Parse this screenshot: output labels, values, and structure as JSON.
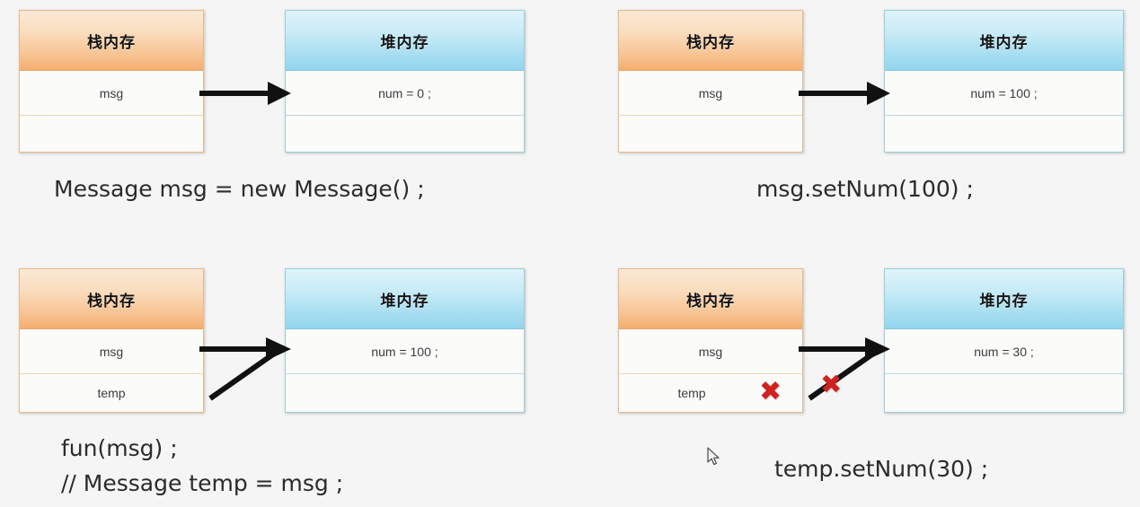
{
  "background_color": "#f5f5f5",
  "theme": {
    "stack_accent": "#f4ad6e",
    "stack_border": "#e8b98a",
    "heap_accent": "#92d6ee",
    "heap_border": "#9ecdd8",
    "arrow_color": "#111111",
    "x_color": "#d0201f",
    "caption_color": "#2b2b2b"
  },
  "labels": {
    "stack_header": "栈内存",
    "heap_header": "堆内存",
    "msg": "msg",
    "temp": "temp",
    "empty": "",
    "x_mark": "✖"
  },
  "panels": [
    {
      "id": "step-1",
      "stack": {
        "header": "栈内存",
        "rows": [
          "msg",
          ""
        ]
      },
      "heap": {
        "header": "堆内存",
        "rows": [
          "num = 0 ;",
          ""
        ]
      },
      "arrows": [
        "msg-to-heap"
      ],
      "caption_lines": [
        "Message msg = new Message() ;"
      ]
    },
    {
      "id": "step-2",
      "stack": {
        "header": "栈内存",
        "rows": [
          "msg",
          ""
        ]
      },
      "heap": {
        "header": "堆内存",
        "rows": [
          "num = 100 ;",
          ""
        ]
      },
      "arrows": [
        "msg-to-heap"
      ],
      "caption_lines": [
        "msg.setNum(100) ;"
      ]
    },
    {
      "id": "step-3",
      "stack": {
        "header": "栈内存",
        "rows": [
          "msg",
          "temp"
        ]
      },
      "heap": {
        "header": "堆内存",
        "rows": [
          "num = 100 ;",
          ""
        ]
      },
      "arrows": [
        "msg-to-heap",
        "temp-to-heap"
      ],
      "caption_lines": [
        "fun(msg) ;",
        "// Message temp = msg ;"
      ]
    },
    {
      "id": "step-4",
      "stack": {
        "header": "栈内存",
        "rows": [
          "msg",
          "temp"
        ]
      },
      "heap": {
        "header": "堆内存",
        "rows": [
          "num = 30 ;",
          ""
        ]
      },
      "arrows": [
        "msg-to-heap",
        "temp-to-heap"
      ],
      "x_marks": [
        "temp-cell-x",
        "temp-arrow-x"
      ],
      "caption_lines": [
        "temp.setNum(30) ;"
      ]
    }
  ]
}
